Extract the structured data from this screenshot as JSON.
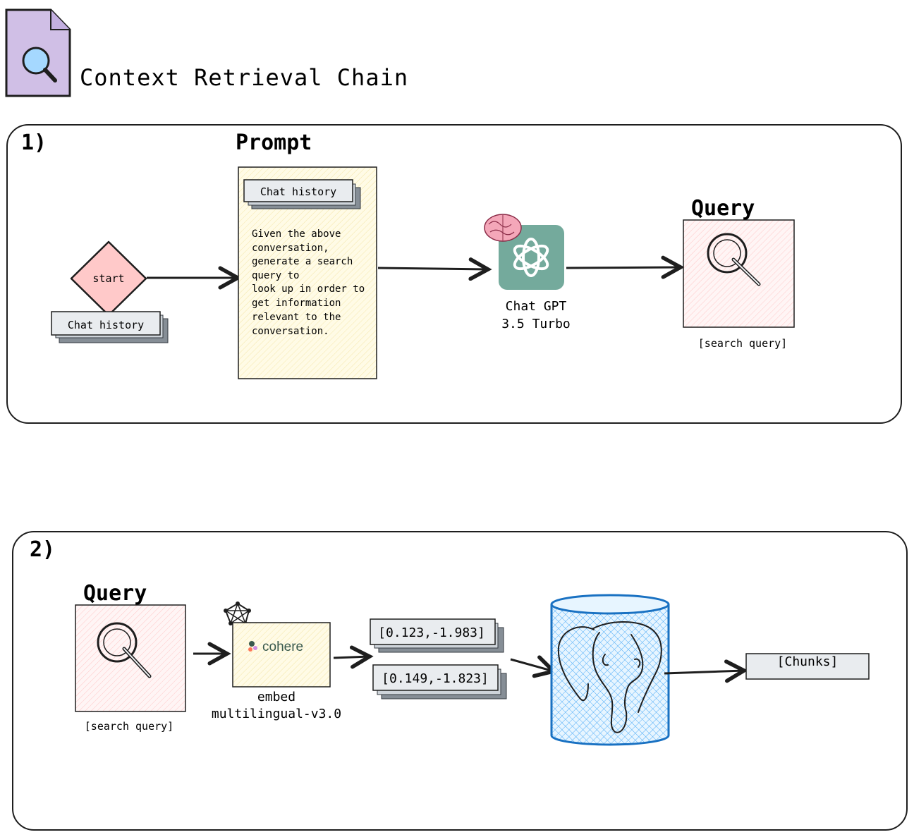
{
  "header": {
    "title": "Context Retrieval Chain",
    "icon": "document-search-icon"
  },
  "section1": {
    "label": "1)",
    "start_label": "start",
    "start_tag": "Chat history",
    "prompt_title": "Prompt",
    "prompt_tag": "Chat history",
    "prompt_lines": [
      "Given the above",
      "conversation,",
      "generate a search",
      "query to",
      "look up in order to",
      "get information",
      "relevant to the",
      "conversation."
    ],
    "llm_line1": "Chat GPT",
    "llm_line2": "3.5 Turbo",
    "query_title": "Query",
    "query_caption": "[search query]"
  },
  "section2": {
    "label": "2)",
    "query_title": "Query",
    "query_caption": "[search query]",
    "embed_brand": "cohere",
    "embed_line1": "embed",
    "embed_line2": "multilingual-v3.0",
    "vector1": "[0.123,-1.983]",
    "vector2": "[0.149,-1.823]",
    "output": "[Chunks]"
  },
  "colors": {
    "stroke": "#1e1e1e",
    "icon_fill": "#d0bfe6",
    "start_fill": "#ffc9c9",
    "prompt_fill": "#fff9db",
    "query_fill": "#ffe3e3",
    "openai_green": "#74aa9c",
    "db_blue": "#1971c2",
    "db_fill": "#a5d8ff",
    "card_fill": "#e9ecef",
    "card_shadow": "#868e96",
    "brain_pink": "#f4a7b9",
    "cohere_green": "#39594d"
  }
}
